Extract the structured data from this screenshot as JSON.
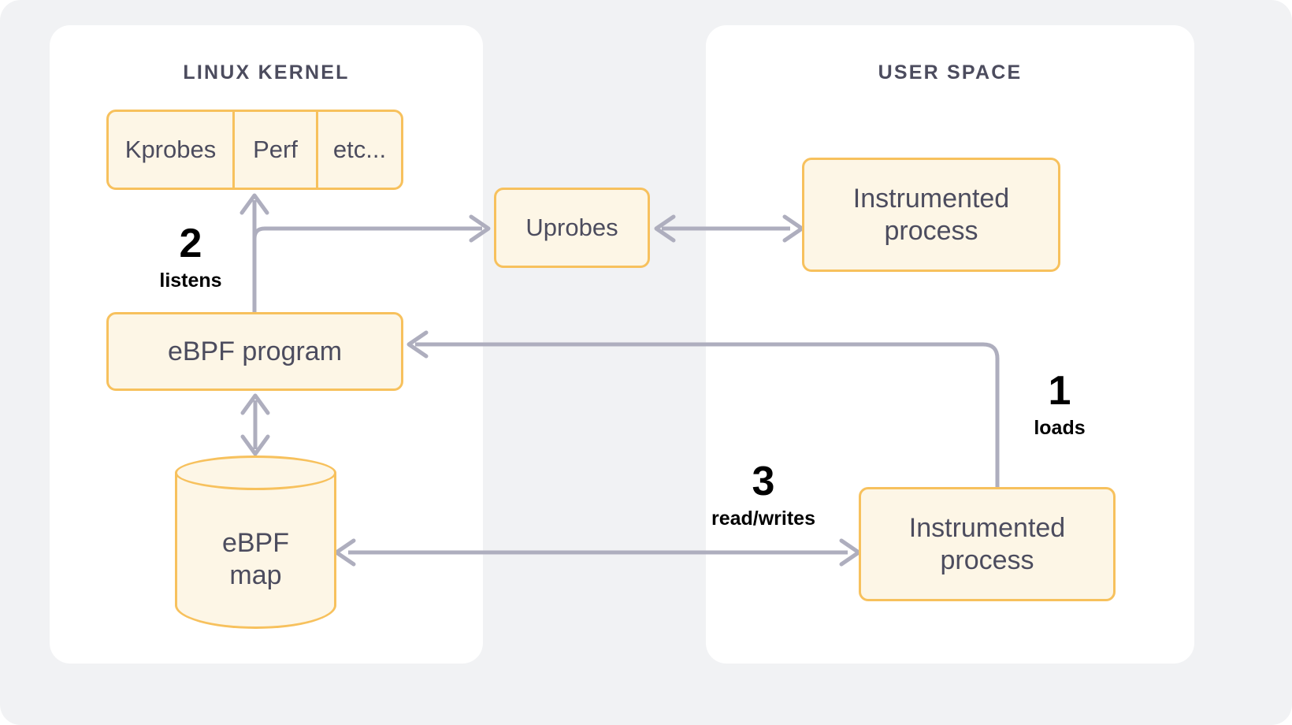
{
  "panels": [
    {
      "id": "kernel",
      "title": "LINUX KERNEL"
    },
    {
      "id": "user",
      "title": "USER SPACE"
    }
  ],
  "nodes": {
    "probes": {
      "cells": [
        "Kprobes",
        "Perf",
        "etc..."
      ]
    },
    "uprobes": {
      "label": "Uprobes"
    },
    "ebpf_program": {
      "label": "eBPF program"
    },
    "ebpf_map": {
      "label": "eBPF\nmap"
    },
    "instrumented_process_top": {
      "label": "Instrumented process"
    },
    "instrumented_process_bottom": {
      "label": "Instrumented process"
    }
  },
  "steps": [
    {
      "id": "step-1",
      "number": "1",
      "caption": "loads"
    },
    {
      "id": "step-2",
      "number": "2",
      "caption": "listens"
    },
    {
      "id": "step-3",
      "number": "3",
      "caption": "read/writes"
    }
  ],
  "colors": {
    "page_background": "#f1f2f4",
    "panel_background": "#ffffff",
    "node_fill": "#fdf6e6",
    "node_border": "#f7c15d",
    "node_text": "#4c4c5e",
    "panel_title": "#4c4c5e",
    "edge": "#aeaebe",
    "step_text": "#000000"
  }
}
